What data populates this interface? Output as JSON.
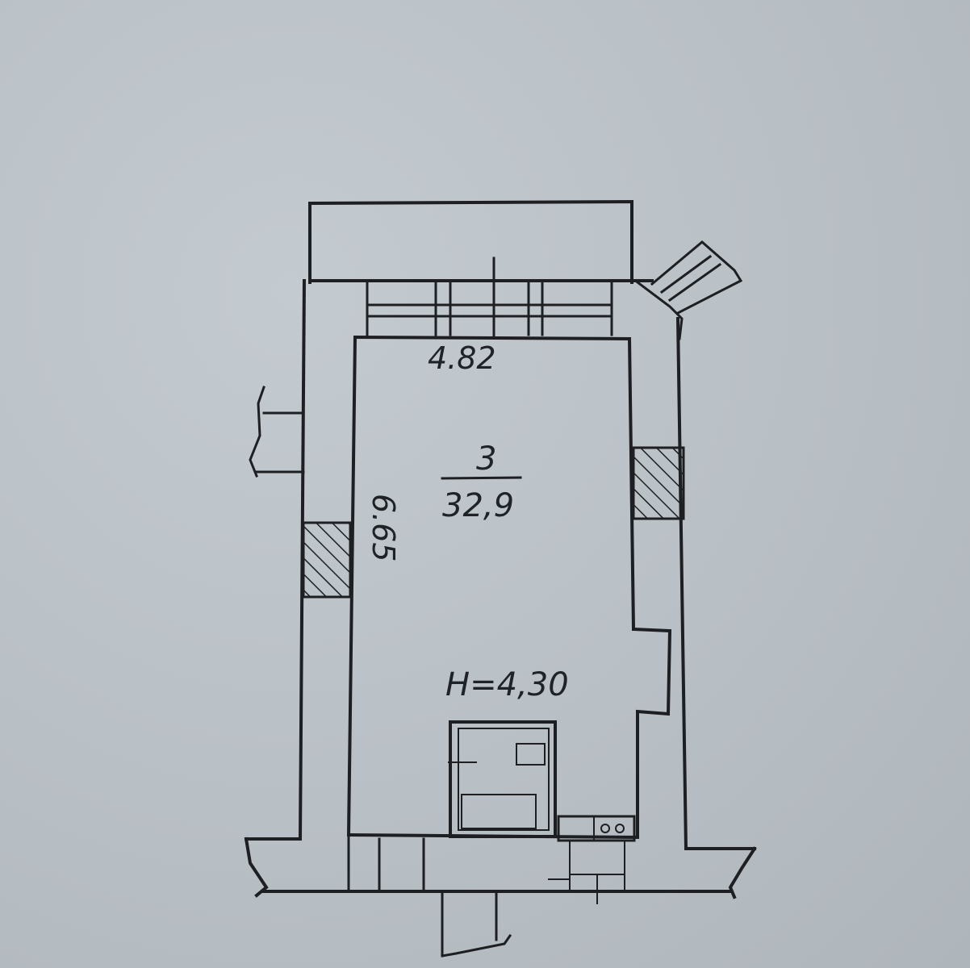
{
  "plan": {
    "width_label": "4.82",
    "room_number": "3",
    "room_area": "32,9",
    "length_label": "6.65",
    "height_label": "H=4,30"
  },
  "colors": {
    "ink": "#1d1f22",
    "paper": "#b9c0c6"
  }
}
